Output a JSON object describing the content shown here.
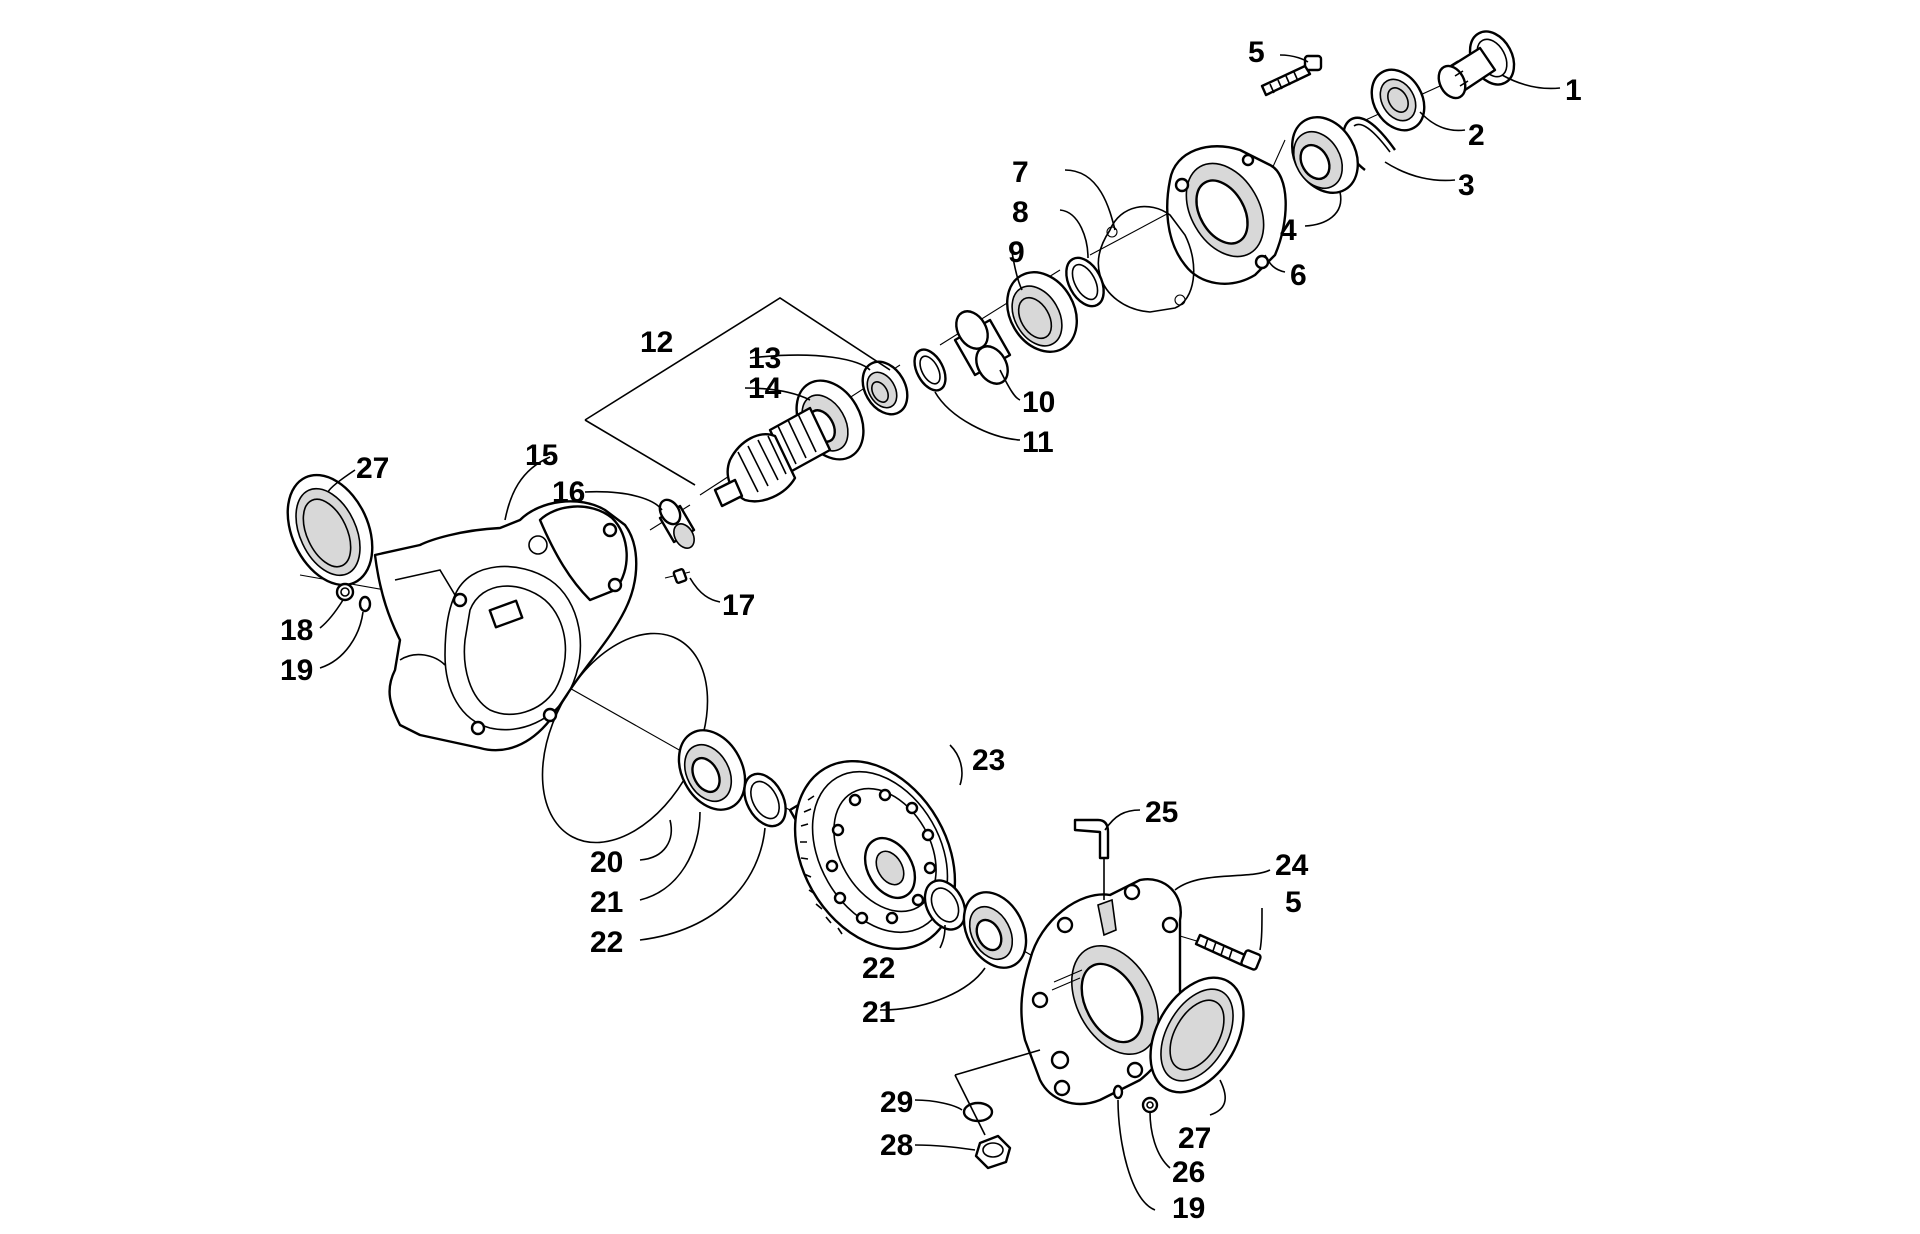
{
  "diagram": {
    "type": "exploded parts diagram",
    "callouts": [
      {
        "label": "1"
      },
      {
        "label": "2"
      },
      {
        "label": "3"
      },
      {
        "label": "4"
      },
      {
        "label": "5"
      },
      {
        "label": "6"
      },
      {
        "label": "7"
      },
      {
        "label": "8"
      },
      {
        "label": "9"
      },
      {
        "label": "10"
      },
      {
        "label": "11"
      },
      {
        "label": "12"
      },
      {
        "label": "13"
      },
      {
        "label": "14"
      },
      {
        "label": "15"
      },
      {
        "label": "16"
      },
      {
        "label": "17"
      },
      {
        "label": "18"
      },
      {
        "label": "19"
      },
      {
        "label": "20"
      },
      {
        "label": "21"
      },
      {
        "label": "22"
      },
      {
        "label": "23"
      },
      {
        "label": "24"
      },
      {
        "label": "25"
      },
      {
        "label": "5"
      },
      {
        "label": "22"
      },
      {
        "label": "21"
      },
      {
        "label": "27"
      },
      {
        "label": "26"
      },
      {
        "label": "19"
      },
      {
        "label": "29"
      },
      {
        "label": "28"
      },
      {
        "label": "21"
      },
      {
        "label": "22"
      },
      {
        "label": "27"
      }
    ]
  }
}
